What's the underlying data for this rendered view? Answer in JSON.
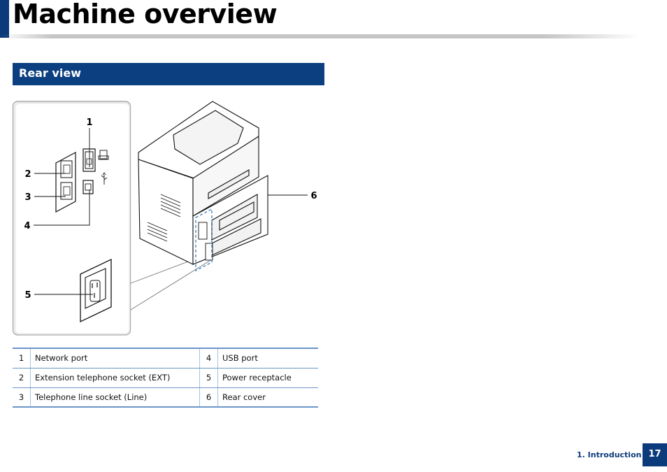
{
  "page": {
    "title": "Machine overview",
    "section_title": "Rear view"
  },
  "figure": {
    "callouts": [
      "1",
      "2",
      "3",
      "4",
      "5",
      "6"
    ]
  },
  "legend": {
    "rows": [
      {
        "n1": "1",
        "d1": "Network port",
        "n2": "4",
        "d2": "USB port"
      },
      {
        "n1": "2",
        "d1": "Extension telephone socket (EXT)",
        "n2": "5",
        "d2": "Power receptacle"
      },
      {
        "n1": "3",
        "d1": "Telephone line socket (Line)",
        "n2": "6",
        "d2": "Rear cover"
      }
    ]
  },
  "footer": {
    "chapter": "1. Introduction",
    "page_number": "17"
  },
  "colors": {
    "brand_blue": "#0c3b7c",
    "table_rule": "#6b95c8"
  }
}
